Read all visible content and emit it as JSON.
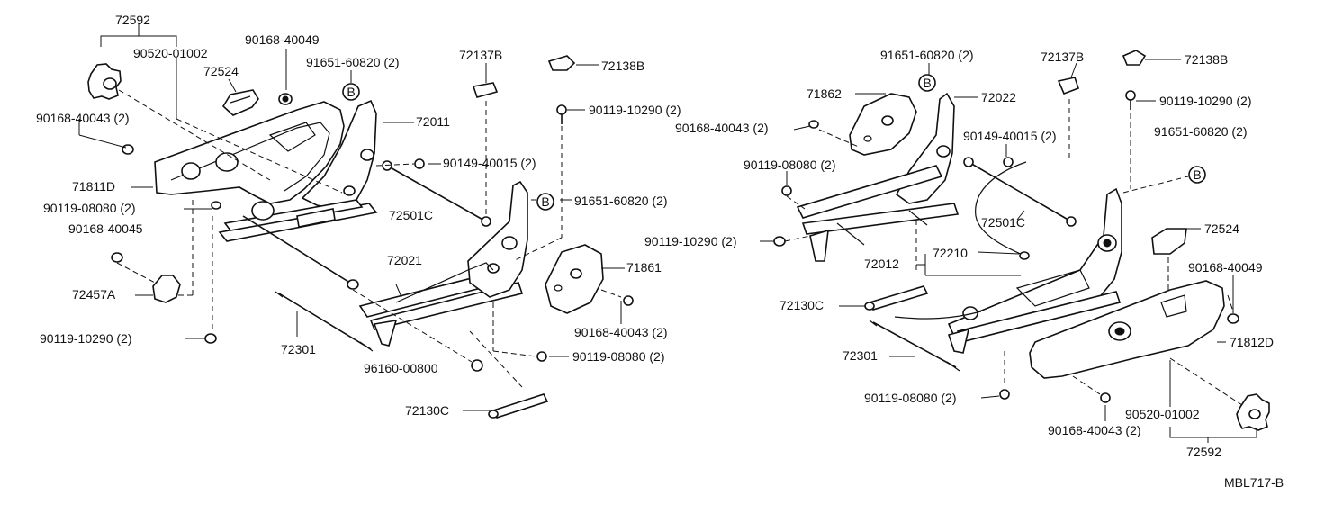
{
  "drawing_code": "MBL717-B",
  "ref_mark": "B",
  "labels": {
    "l_72592": "72592",
    "l_90520a": "90520-01002",
    "l_90168_40049a": "90168-40049",
    "l_72524a": "72524",
    "l_91651a": "91651-60820 (2)",
    "l_72137Ba": "72137B",
    "l_72138Ba": "72138B",
    "l_90119_10290a": "90119-10290 (2)",
    "l_90168_40043a": "90168-40043 (2)",
    "l_72011": "72011",
    "l_90149a": "90149-40015 (2)",
    "l_71811D": "71811D",
    "l_90119_08080a": "90119-08080 (2)",
    "l_72501Ca": "72501C",
    "l_91651b": "91651-60820 (2)",
    "l_90168_40045": "90168-40045",
    "l_72021": "72021",
    "l_71861": "71861",
    "l_72457A": "72457A",
    "l_90168_40043b": "90168-40043 (2)",
    "l_90119_10290b": "90119-10290 (2)",
    "l_72301a": "72301",
    "l_96160": "96160-00800",
    "l_90119_08080b": "90119-08080 (2)",
    "l_72130Ca": "72130C",
    "l_91651c": "91651-60820 (2)",
    "l_72137Bb": "72137B",
    "l_72138Bb": "72138B",
    "l_71862": "71862",
    "l_72022": "72022",
    "l_90119_10290c": "90119-10290 (2)",
    "l_90168_40043c": "90168-40043 (2)",
    "l_90149b": "90149-40015 (2)",
    "l_91651d": "91651-60820 (2)",
    "l_90119_08080c": "90119-08080 (2)",
    "l_72501Cb": "72501C",
    "l_72524b": "72524",
    "l_90119_10290d": "90119-10290 (2)",
    "l_72210": "72210",
    "l_72012": "72012",
    "l_90168_40049b": "90168-40049",
    "l_72130Cb": "72130C",
    "l_71812D": "71812D",
    "l_72301b": "72301",
    "l_90119_08080d": "90119-08080 (2)",
    "l_90520b": "90520-01002",
    "l_90168_40043d": "90168-40043 (2)",
    "l_72592b": "72592"
  }
}
